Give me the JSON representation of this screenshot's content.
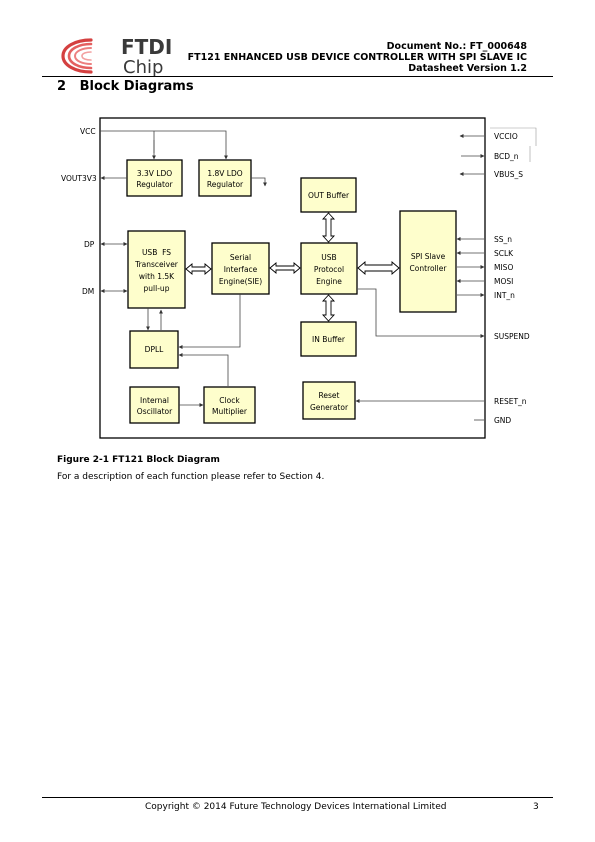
{
  "header": {
    "logo_text_1": "FTDI",
    "logo_text_2": "Chip",
    "document_no": "Document No.: FT_000648",
    "product_title": "FT121 ENHANCED USB DEVICE CONTROLLER WITH SPI SLAVE IC",
    "datasheet_version": "Datasheet Version 1.2"
  },
  "section": {
    "title": "2   Block Diagrams"
  },
  "diagram": {
    "left_pins": {
      "vcc": "VCC",
      "vout3v3": "VOUT3V3",
      "dp": "DP",
      "dm": "DM"
    },
    "right_pins": {
      "vccio": "VCCIO",
      "bcd_n": "BCD_n",
      "vbus_s": "VBUS_S",
      "ss_n": "SS_n",
      "sclk": "SCLK",
      "miso": "MISO",
      "mosi": "MOSI",
      "int_n": "INT_n",
      "suspend": "SUSPEND",
      "reset_n": "RESET_n",
      "gnd": "GND"
    },
    "blocks": {
      "ldo33": [
        "3.3V LDO",
        "Regulator"
      ],
      "ldo18": [
        "1.8V LDO",
        "Regulator"
      ],
      "out_buffer": [
        "OUT Buffer"
      ],
      "usb_transceiver": [
        "USB  FS",
        "Transceiver",
        "with 1.5K",
        "pull-up"
      ],
      "sie": [
        "Serial",
        "Interface",
        "Engine(SIE)"
      ],
      "protocol_engine": [
        "USB",
        "Protocol",
        "Engine"
      ],
      "spi_slave": [
        "SPI Slave",
        "Controller"
      ],
      "dpll": [
        "DPLL"
      ],
      "in_buffer": [
        "IN Buffer"
      ],
      "internal_osc": [
        "Internal",
        "Oscillator"
      ],
      "clock_mult": [
        "Clock",
        "Multiplier"
      ],
      "reset_gen": [
        "Reset",
        "Generator"
      ]
    },
    "colors": {
      "block_fill": "#fefecc",
      "border": "#000000"
    }
  },
  "caption": "Figure 2-1 FT121 Block Diagram",
  "description": "For a description of each function please refer to Section 4.",
  "footer": {
    "copyright": "Copyright © 2014 Future Technology Devices International Limited",
    "page_number": "3"
  }
}
